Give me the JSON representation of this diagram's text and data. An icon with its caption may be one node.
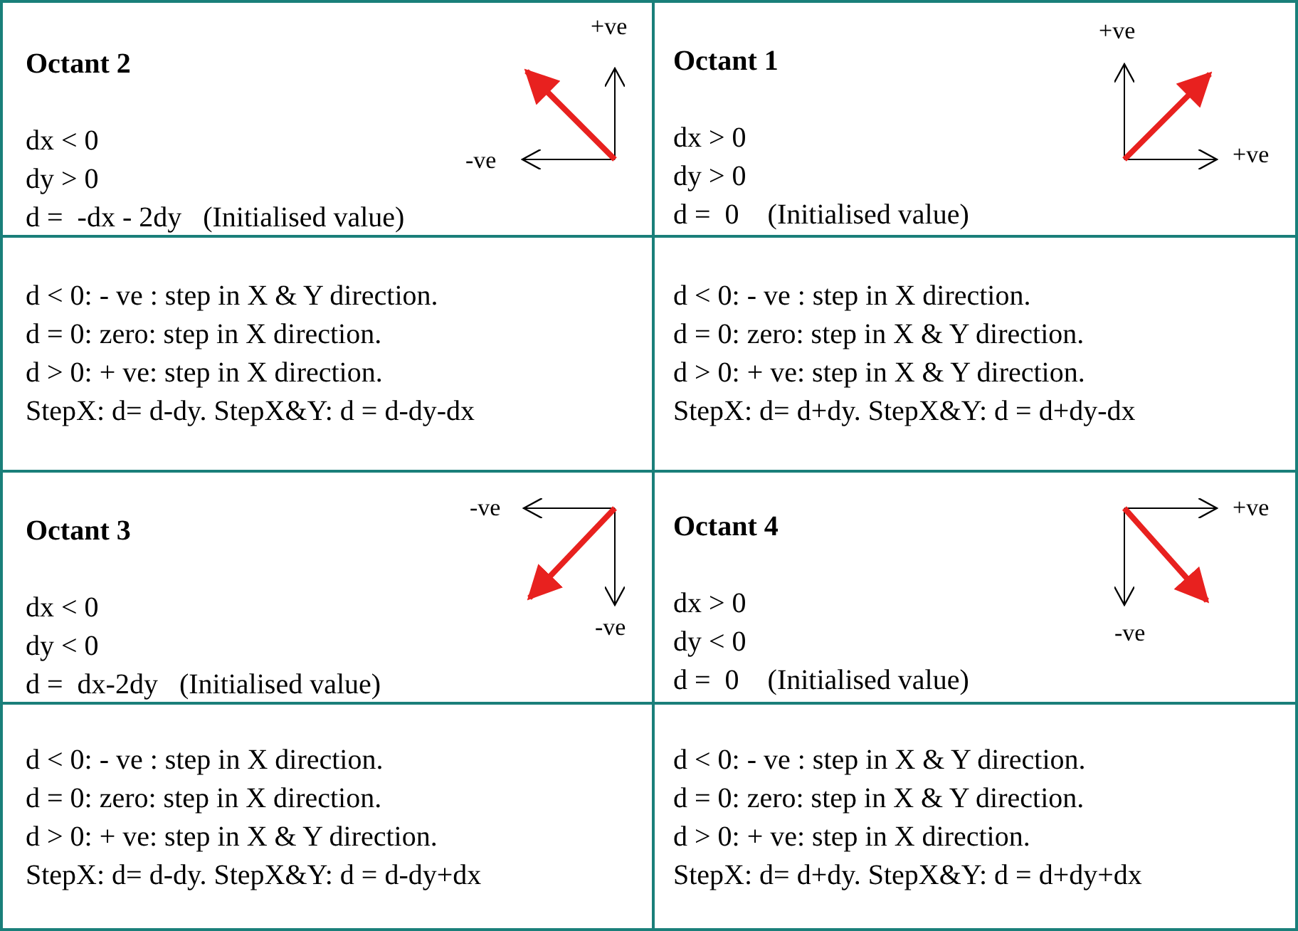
{
  "diagram": {
    "labels": [
      "Octant 2",
      "dx < 0",
      "dy > 0",
      "d =  -dx - 2dy   (Initialised value)",
      "+ve",
      "-ve",
      "Octant 1",
      "dx > 0",
      "dy > 0",
      "d =  0    (Initialised value)",
      "+ve",
      "+ve",
      "d < 0: - ve : step in X & Y direction.",
      "d = 0: zero: step in X direction.",
      "d > 0: + ve: step in X direction.",
      "StepX: d= d-dy. StepX&Y: d = d-dy-dx",
      "d < 0: - ve : step in X direction.",
      "d = 0: zero: step in X & Y direction.",
      "d > 0: + ve: step in X & Y direction.",
      "StepX: d= d+dy. StepX&Y: d = d+dy-dx",
      "Octant 3",
      "dx < 0",
      "dy < 0",
      "d =  dx-2dy   (Initialised value)",
      "-ve",
      "-ve",
      "Octant 4",
      "dx > 0",
      "dy < 0",
      "d =  0    (Initialised value)",
      "+ve",
      "-ve",
      "d < 0: - ve : step in X direction.",
      "d = 0: zero: step in X direction.",
      "d > 0: + ve: step in X & Y direction.",
      "StepX: d= d-dy. StepX&Y: d = d-dy+dx",
      "d < 0: - ve : step in X & Y direction.",
      "d = 0: zero: step in X & Y direction.",
      "d > 0: + ve: step in X direction.",
      "StepX: d= d+dy. StepX&Y: d = d+dy+dx"
    ]
  }
}
